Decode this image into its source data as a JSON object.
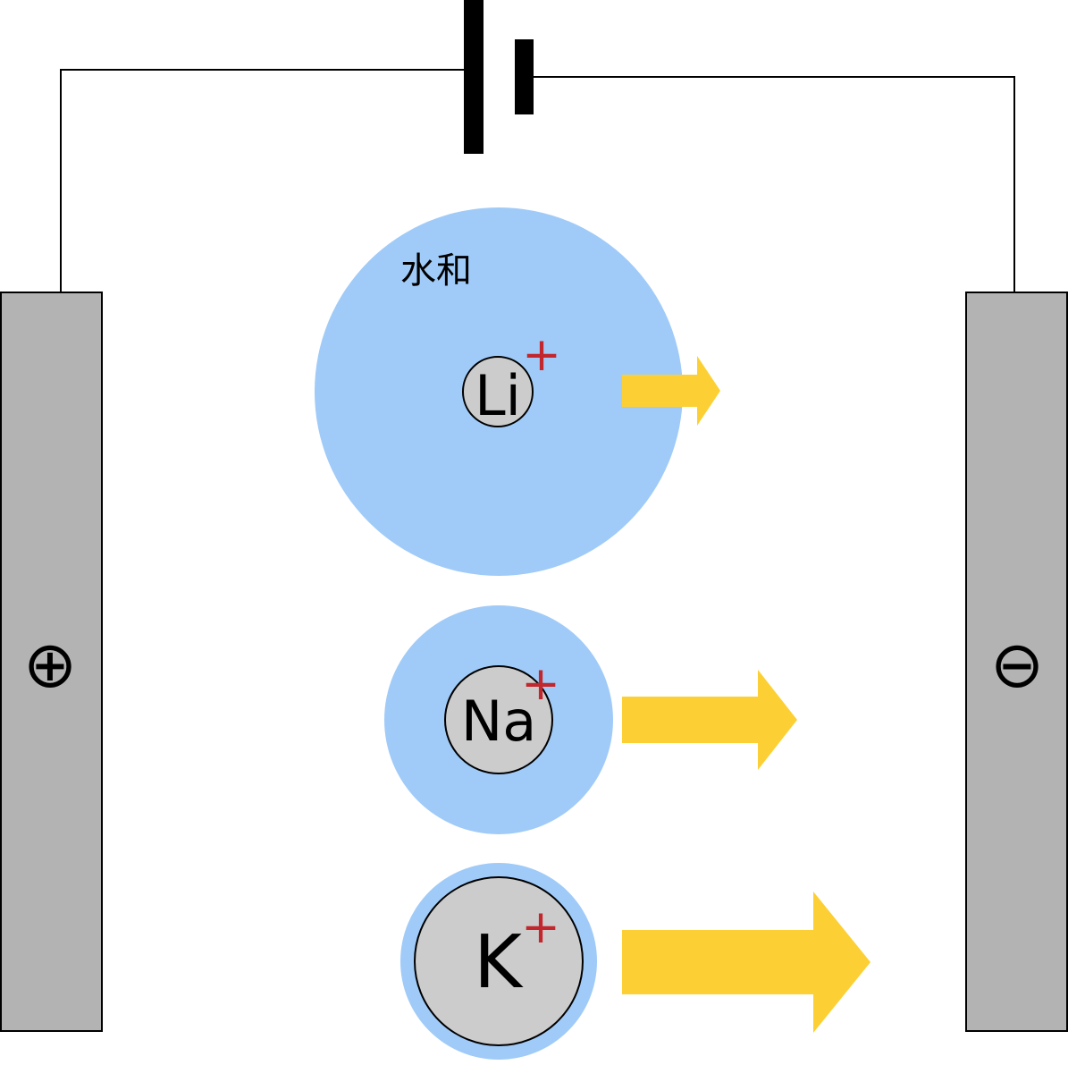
{
  "hydration_label": "水和",
  "electrodes": {
    "positive": {
      "symbol": "⊕"
    },
    "negative": {
      "symbol": "⊖"
    }
  },
  "ions": [
    {
      "symbol": "Li",
      "charge": "+"
    },
    {
      "symbol": "Na",
      "charge": "+"
    },
    {
      "symbol": "K",
      "charge": "+"
    }
  ],
  "colors": {
    "hydration_shell": "#a0cbf8",
    "ion_core": "#cccccc",
    "electrode": "#b3b3b3",
    "arrow": "#fcd034",
    "charge_sign": "#c1272d",
    "wire": "#000000"
  }
}
